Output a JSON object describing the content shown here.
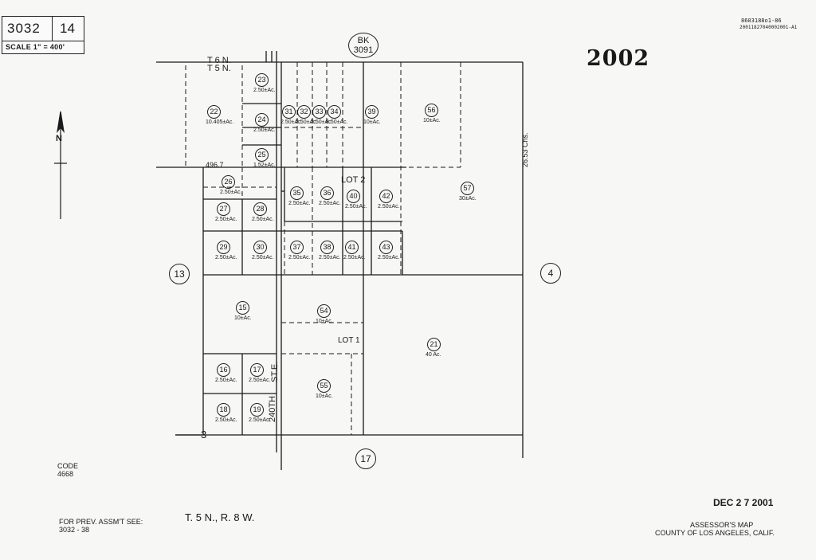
{
  "header": {
    "book": "3032",
    "page": "14",
    "scale": "SCALE 1\" = 400'"
  },
  "top_right": {
    "ref1": "8603188o1-86",
    "ref2": "20011827040002001-A1",
    "year": "2002"
  },
  "book_ref": {
    "label": "BK",
    "number": "3091"
  },
  "township": {
    "north": "T 6 N.",
    "south": "T 5 N."
  },
  "north_arrow": "N",
  "adjacent_pages": {
    "west": "13",
    "east": "4",
    "south": "17"
  },
  "corner_number": "3",
  "parcels": [
    {
      "id": "22",
      "acres": "10.405±Ac."
    },
    {
      "id": "23",
      "acres": "2.50±Ac."
    },
    {
      "id": "24",
      "acres": "2.50±Ac."
    },
    {
      "id": "25",
      "acres": "1.52±Ac."
    },
    {
      "id": "26",
      "acres": "2.50±Ac."
    },
    {
      "id": "27",
      "acres": "2.50±Ac."
    },
    {
      "id": "28",
      "acres": "2.50±Ac."
    },
    {
      "id": "29",
      "acres": "2.50±Ac."
    },
    {
      "id": "30",
      "acres": "2.50±Ac."
    },
    {
      "id": "31",
      "acres": "2.50±Ac."
    },
    {
      "id": "32",
      "acres": "2.50±Ac."
    },
    {
      "id": "33",
      "acres": "2.50±Ac."
    },
    {
      "id": "34",
      "acres": "2.50±Ac."
    },
    {
      "id": "35",
      "acres": "2.50±Ac."
    },
    {
      "id": "36",
      "acres": "2.50±Ac."
    },
    {
      "id": "37",
      "acres": "2.50±Ac."
    },
    {
      "id": "38",
      "acres": "2.50±Ac."
    },
    {
      "id": "39",
      "acres": "10±Ac."
    },
    {
      "id": "40",
      "acres": "2.50±Ac."
    },
    {
      "id": "41",
      "acres": "2.50±Ac."
    },
    {
      "id": "42",
      "acres": "2.50±Ac."
    },
    {
      "id": "43",
      "acres": "2.50±Ac."
    },
    {
      "id": "56",
      "acres": "10±Ac."
    },
    {
      "id": "57",
      "acres": "30±Ac."
    },
    {
      "id": "15",
      "acres": "10±Ac."
    },
    {
      "id": "54",
      "acres": "10±Ac."
    },
    {
      "id": "21",
      "acres": "40 Ac."
    },
    {
      "id": "16",
      "acres": "2.50±Ac."
    },
    {
      "id": "17",
      "acres": "2.50±Ac."
    },
    {
      "id": "18",
      "acres": "2.50±Ac."
    },
    {
      "id": "19",
      "acres": "2.50±Ac."
    },
    {
      "id": "55",
      "acres": "10±Ac."
    }
  ],
  "lot_labels": {
    "lot2": "LOT 2",
    "lot1": "LOT 1"
  },
  "street_names": {
    "st_e": "ST.E.",
    "s240th": "240TH"
  },
  "dimension_labels": {
    "d1": "496.7",
    "d2": "26.53 Chs."
  },
  "footer": {
    "code_label": "CODE",
    "code_value": "4668",
    "prev_label": "FOR PREV. ASSM'T SEE:",
    "prev_value": "3032 - 38",
    "township_range": "T. 5 N., R. 8 W.",
    "date": "DEC 2 7 2001",
    "title1": "ASSESSOR'S MAP",
    "title2": "COUNTY OF LOS ANGELES, CALIF."
  },
  "colors": {
    "paper": "#f7f7f5",
    "ink": "#1a1a1a"
  }
}
